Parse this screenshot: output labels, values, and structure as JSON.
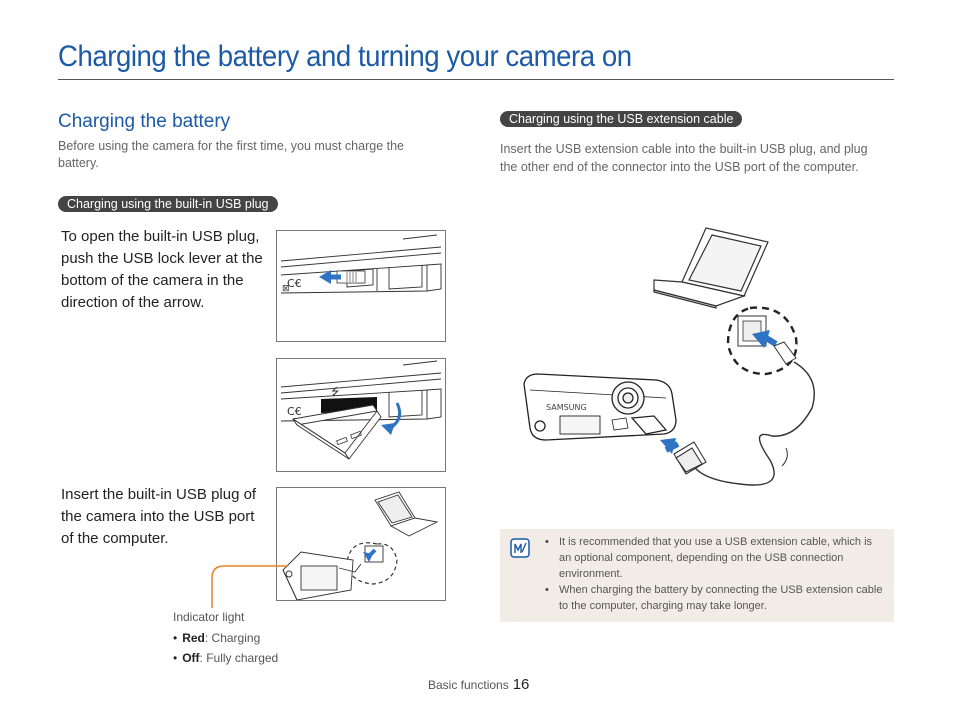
{
  "title": "Charging the battery and turning your camera on",
  "section_heading": "Charging the battery",
  "intro": "Before using the camera for the first time, you must charge the battery.",
  "builtin": {
    "pill": "Charging using the built-in USB plug",
    "step1": "To open the built-in USB plug, push the USB lock lever at the bottom of the camera in the direction of the arrow.",
    "step2": "Insert the built-in USB plug of the camera into the USB port of the computer."
  },
  "indicator": {
    "label": "Indicator light",
    "items": [
      {
        "term": "Red",
        "desc": ": Charging"
      },
      {
        "term": "Off",
        "desc": ": Fully charged"
      }
    ]
  },
  "extension": {
    "pill": "Charging using the USB extension cable",
    "text": "Insert the USB extension cable into the built-in USB plug, and plug the other end of the connector into the USB port of the computer."
  },
  "note": {
    "items": [
      "It is recommended that you use a USB extension cable, which is an optional component, depending on the USB connection environment.",
      "When charging the battery by connecting the USB extension cable to the computer, charging may take longer."
    ]
  },
  "camera_brand": "SAMSUNG",
  "footer": {
    "section": "Basic functions",
    "page": "16"
  },
  "colors": {
    "accent_blue": "#1c5aa6",
    "pill_bg": "#444444",
    "note_bg": "#f2ece6",
    "indicator_orange": "#e8822a",
    "arrow_blue": "#2f74c4"
  },
  "icons": [
    "note-icon",
    "usb-plug-icon",
    "laptop-icon",
    "camera-icon"
  ]
}
